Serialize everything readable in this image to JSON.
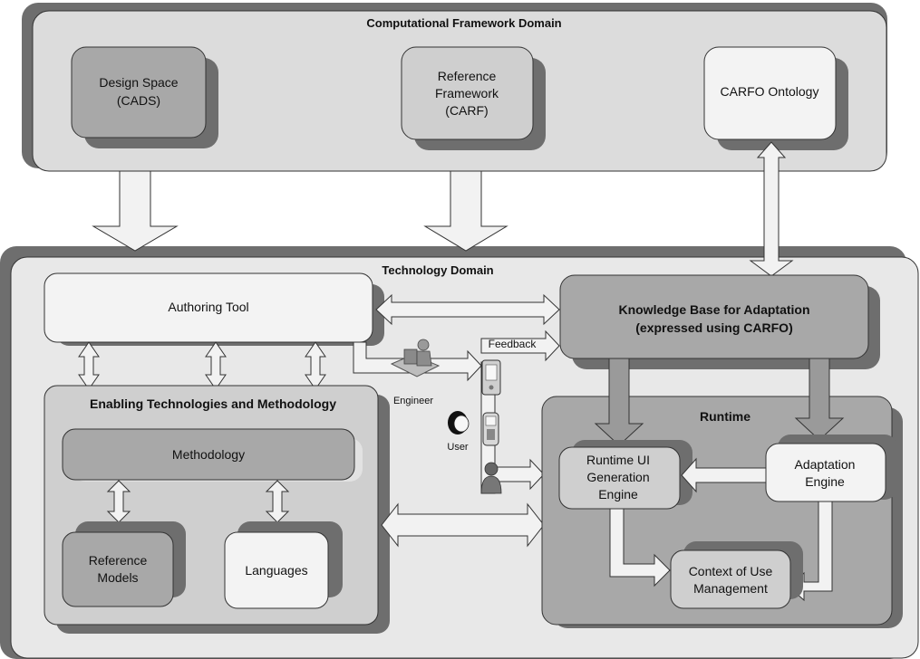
{
  "computational_domain": {
    "title": "Computational Framework Domain",
    "design_space": [
      "Design Space",
      "(CADS)"
    ],
    "reference_framework": [
      "Reference",
      "Framework",
      "(CARF)"
    ],
    "ontology": "CARFO Ontology"
  },
  "technology_domain": {
    "title": "Technology Domain",
    "authoring_tool": "Authoring Tool",
    "knowledge_base": [
      "Knowledge Base for Adaptation",
      "(expressed using CARFO)"
    ],
    "feedback": "Feedback",
    "engineer": "Engineer",
    "user": "User",
    "enabling": {
      "title": "Enabling Technologies and Methodology",
      "methodology": "Methodology",
      "reference_models": [
        "Reference",
        "Models"
      ],
      "languages": "Languages"
    },
    "runtime": {
      "title": "Runtime",
      "ui_engine": [
        "Runtime UI",
        "Generation",
        "Engine"
      ],
      "adaptation_engine": [
        "Adaptation",
        "Engine"
      ],
      "context": [
        "Context of Use",
        "Management"
      ]
    }
  },
  "colors": {
    "domain_fill": "#dcdcdc",
    "shadow": "#6e6e6e",
    "dark_box": "#a8a8a8",
    "mid_box": "#cfcfcf",
    "light_box": "#f3f3f3",
    "arrow_fill": "#f2f2f2",
    "dark_arrow": "#9a9a9a"
  }
}
